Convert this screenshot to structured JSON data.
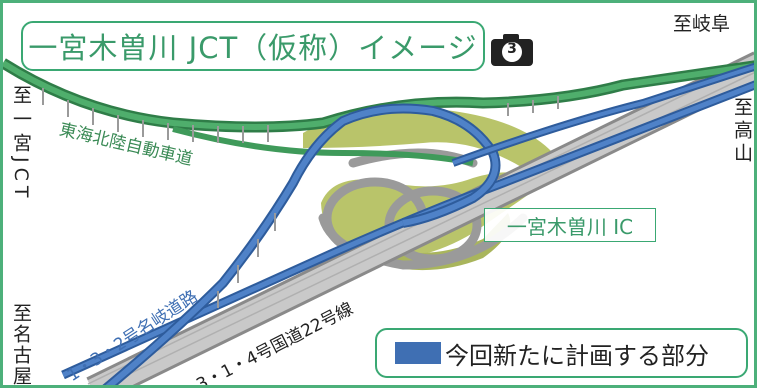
{
  "title": "一宮木曽川 JCT（仮称）イメージ",
  "photo_badge": "3",
  "destinations": {
    "gifu": "至岐阜",
    "takayama": "至高山",
    "ichinomiya_jct": "至一宮JCT",
    "nagoya": "至名古屋"
  },
  "roads": {
    "tokai_hokuriku": "東海北陸自動車道",
    "meigi_road": "1・3・2号名岐道路",
    "route22": "3・1・4号国道22号線"
  },
  "ic_label": "一宮木曽川 IC",
  "legend": {
    "label": "今回新たに計画する部分",
    "color": "#3f6fb3"
  },
  "colors": {
    "expressway_green": "#3f9a5a",
    "new_plan_blue": "#3f6fb3",
    "grass": "#b9c46a",
    "road_gray": "#9a9a9a",
    "frame": "#4db07a"
  },
  "icons": [
    "camera-icon"
  ]
}
